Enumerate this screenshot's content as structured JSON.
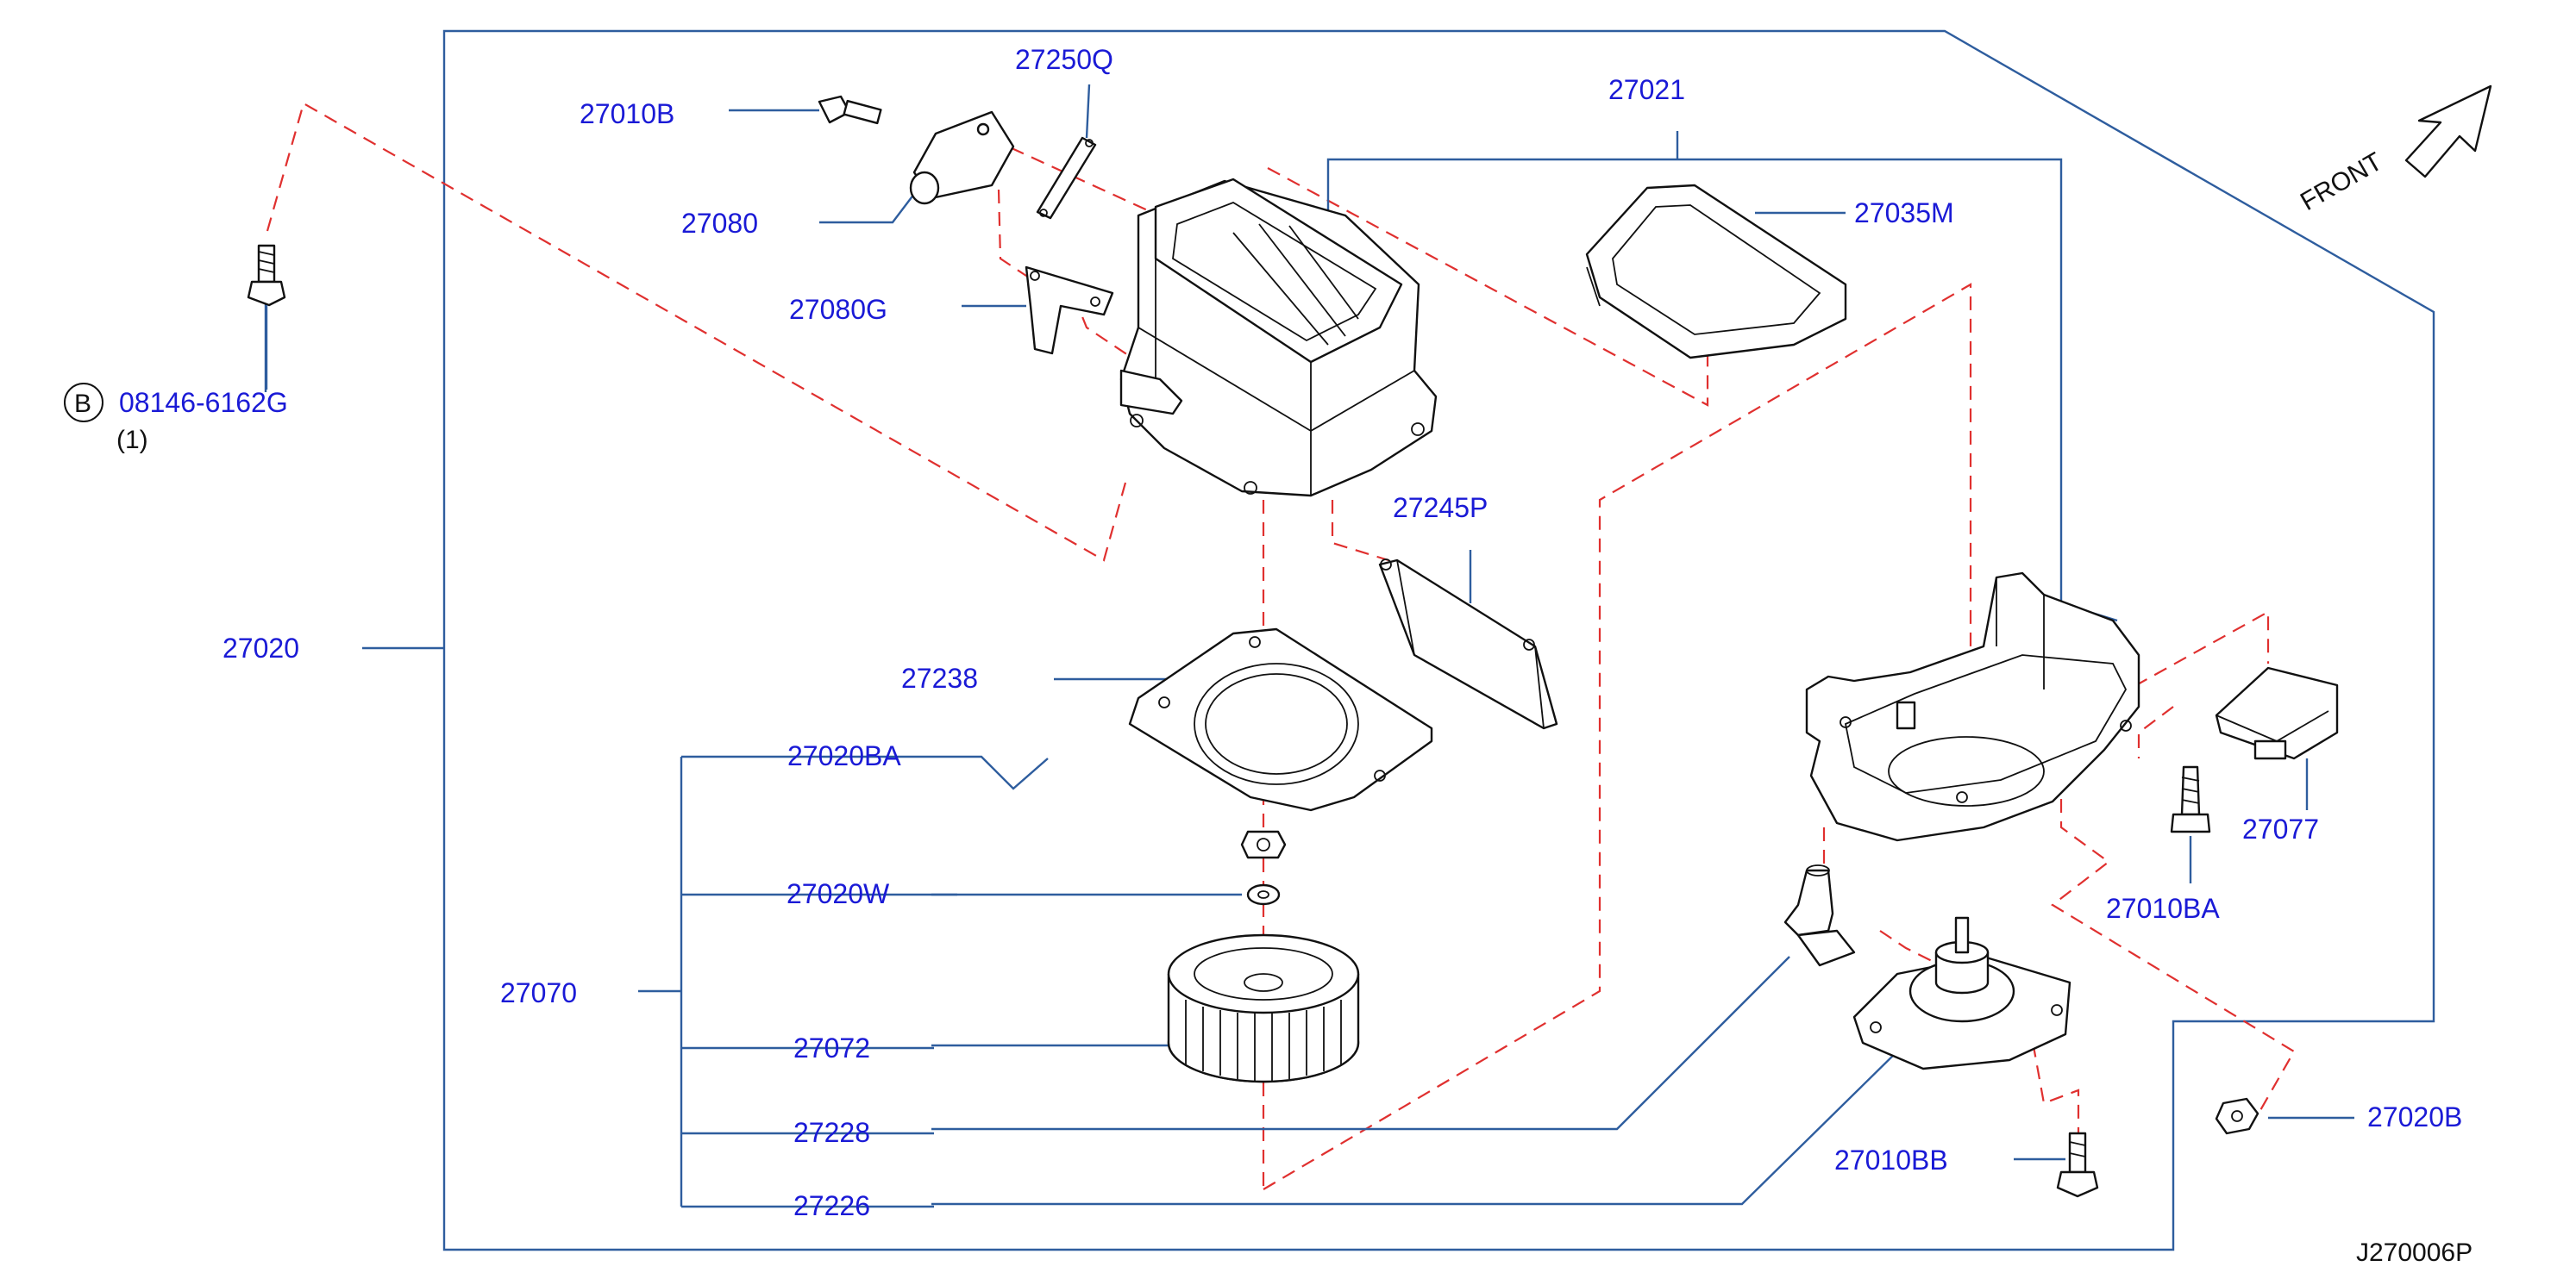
{
  "colors": {
    "label": "#1a1ad6",
    "leader": "#2e5d9e",
    "hidden": "#e0302f",
    "part": "#111111",
    "background": "#ffffff"
  },
  "direction": {
    "text": "FRONT",
    "icon": "front-arrow-icon"
  },
  "callouts": {
    "p27010B": "27010B",
    "p27250Q": "27250Q",
    "p27021": "27021",
    "p27080": "27080",
    "p27035M": "27035M",
    "p27080G": "27080G",
    "p08146": "08146-6162G",
    "p08146_qty": "(1)",
    "p08146_prefix": "B",
    "p27245P": "27245P",
    "p27020": "27020",
    "p27238": "27238",
    "p27020BA": "27020BA",
    "p27077": "27077",
    "p27010BA": "27010BA",
    "p27020W": "27020W",
    "p27070": "27070",
    "p27072": "27072",
    "p27020B": "27020B",
    "p27228": "27228",
    "p27010BB": "27010BB",
    "p27226": "27226"
  },
  "diagram_code": "J270006P"
}
